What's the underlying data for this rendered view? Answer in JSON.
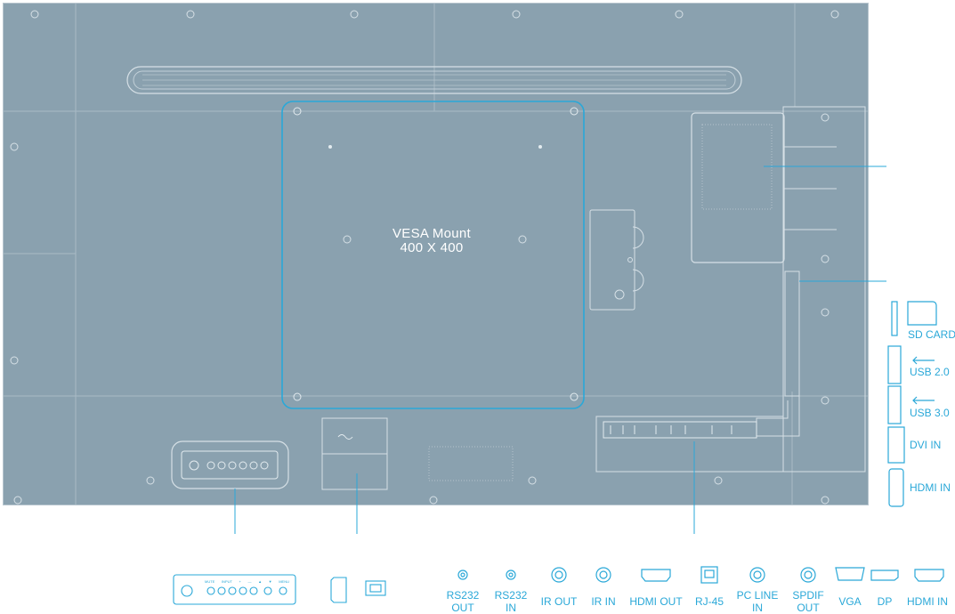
{
  "vesa": {
    "line1": "VESA Mount",
    "line2": "400 X 400"
  },
  "side_ports": [
    {
      "label": "SD CARD",
      "icon": "sd-card-icon"
    },
    {
      "label": "USB 2.0",
      "icon": "usb-icon"
    },
    {
      "label": "USB 3.0",
      "icon": "usb-icon"
    },
    {
      "label": "DVI IN",
      "icon": "dvi-port-icon"
    },
    {
      "label": "HDMI IN",
      "icon": "hdmi-port-icon"
    }
  ],
  "bottom_ports": [
    {
      "line1": "RS232",
      "line2": "OUT",
      "icon": "small-jack-icon"
    },
    {
      "line1": "RS232",
      "line2": "IN",
      "icon": "small-jack-icon"
    },
    {
      "line1": "IR OUT",
      "line2": "",
      "icon": "audio-jack-icon"
    },
    {
      "line1": "IR IN",
      "line2": "",
      "icon": "audio-jack-icon"
    },
    {
      "line1": "HDMI OUT",
      "line2": "",
      "icon": "hdmi-port-icon"
    },
    {
      "line1": "RJ-45",
      "line2": "",
      "icon": "rj45-port-icon"
    },
    {
      "line1": "PC LINE",
      "line2": "IN",
      "icon": "audio-jack-icon"
    },
    {
      "line1": "SPDIF",
      "line2": "OUT",
      "icon": "audio-jack-icon"
    },
    {
      "line1": "VGA",
      "line2": "",
      "icon": "vga-port-icon"
    },
    {
      "line1": "DP",
      "line2": "",
      "icon": "displayport-icon"
    },
    {
      "line1": "HDMI IN",
      "line2": "",
      "icon": "hdmi-port-icon"
    }
  ],
  "keypad_labels": [
    "MUTE",
    "INPUT",
    "+",
    "—",
    "▲",
    "▼",
    "MENU"
  ],
  "colors": {
    "panel": "#8aa1af",
    "accent": "#2aa8d8",
    "outline": "#c8d6de"
  }
}
